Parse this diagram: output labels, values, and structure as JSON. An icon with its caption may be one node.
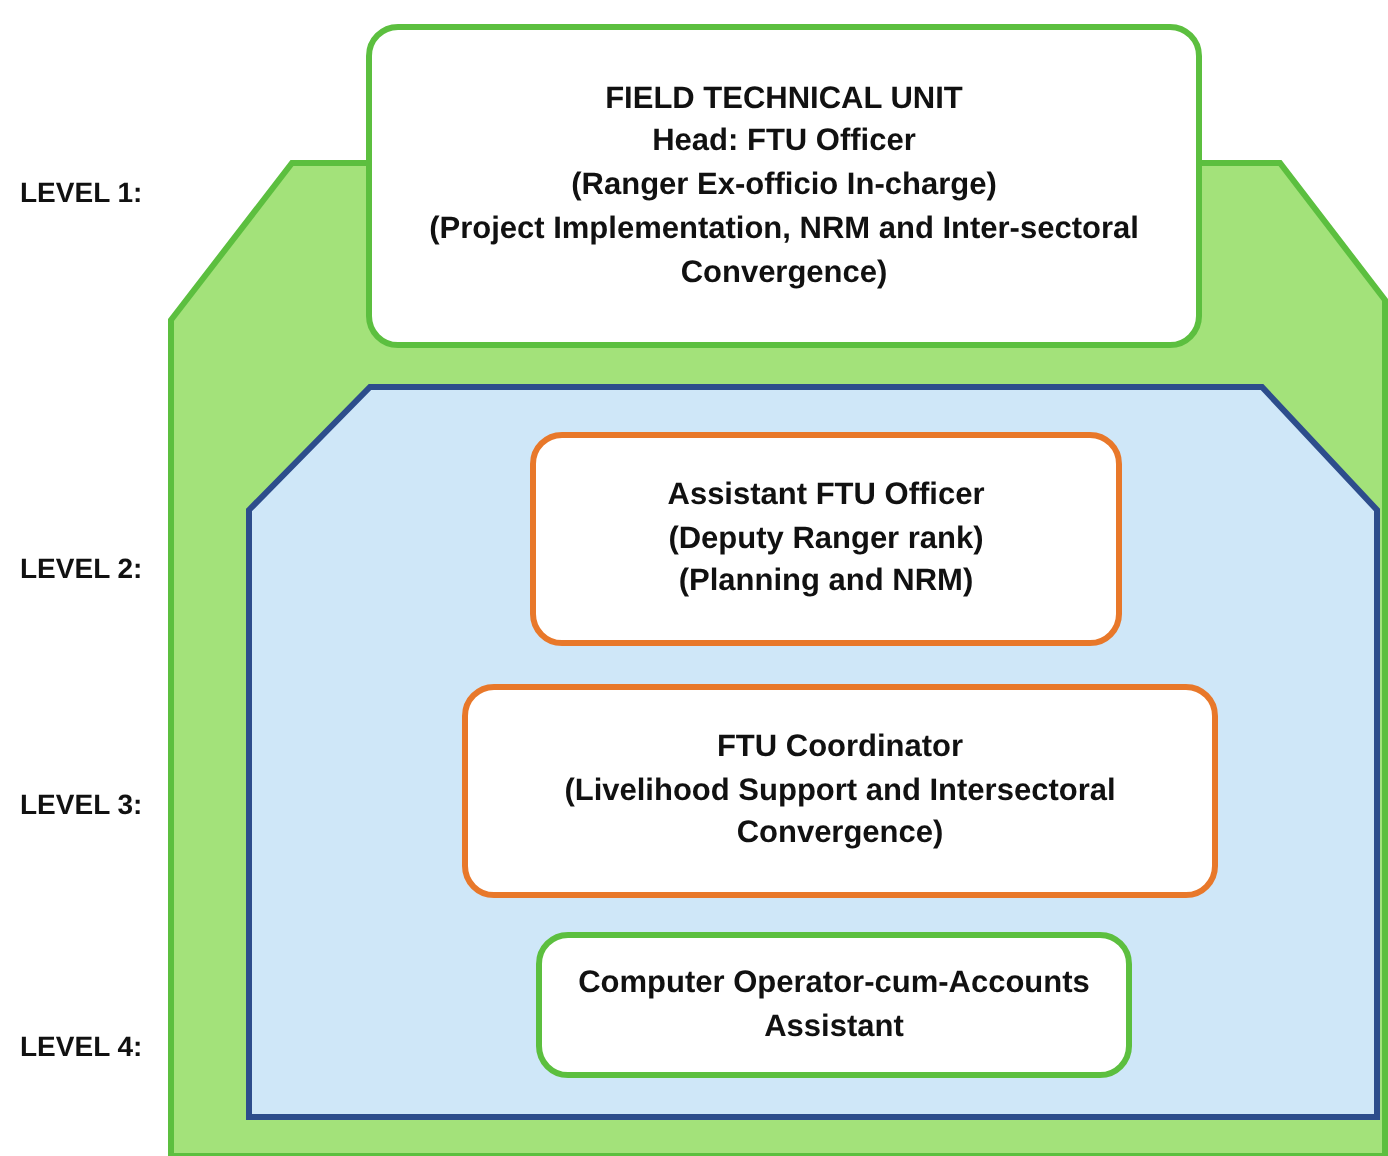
{
  "diagram": {
    "nodes": [
      {
        "text": [],
        "shape": "octagon"
      },
      {
        "text": [
          "FIELD TECHNICAL UNIT",
          "Head: FTU Officer",
          "(Ranger Ex-officio In-charge)",
          "(Project Implementation, NRM and Inter-sectoral Convergence)"
        ]
      },
      {
        "text": [],
        "shape": "octagon",
        "in": 0
      },
      {
        "text": [
          "Assistant FTU Officer",
          "(Deputy Ranger rank)",
          "(Planning and NRM)"
        ],
        "in": 2
      },
      {
        "text": [
          "FTU Coordinator",
          "(Livelihood Support and Intersectoral Convergence)"
        ],
        "in": 2
      },
      {
        "text": [
          "Computer Operator-cum-Accounts Assistant"
        ],
        "in": 2
      }
    ],
    "labels": [
      "LEVEL 1:",
      "LEVEL 2:",
      "LEVEL 3:",
      "LEVEL 4:"
    ]
  }
}
